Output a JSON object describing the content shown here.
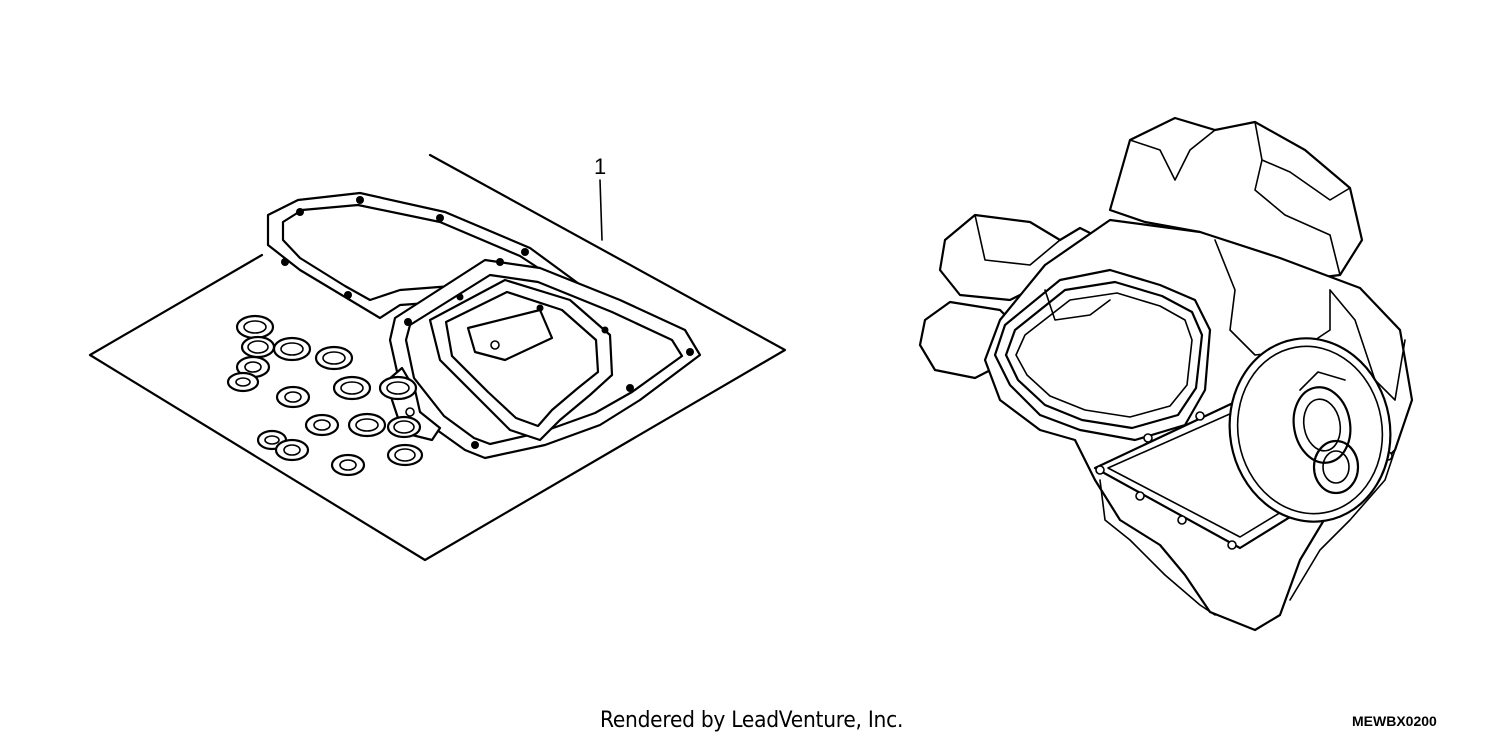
{
  "diagram": {
    "callouts": [
      {
        "label": "1"
      }
    ]
  },
  "footer": {
    "credit": "Rendered by LeadVenture, Inc.",
    "code": "MEWBX0200"
  }
}
